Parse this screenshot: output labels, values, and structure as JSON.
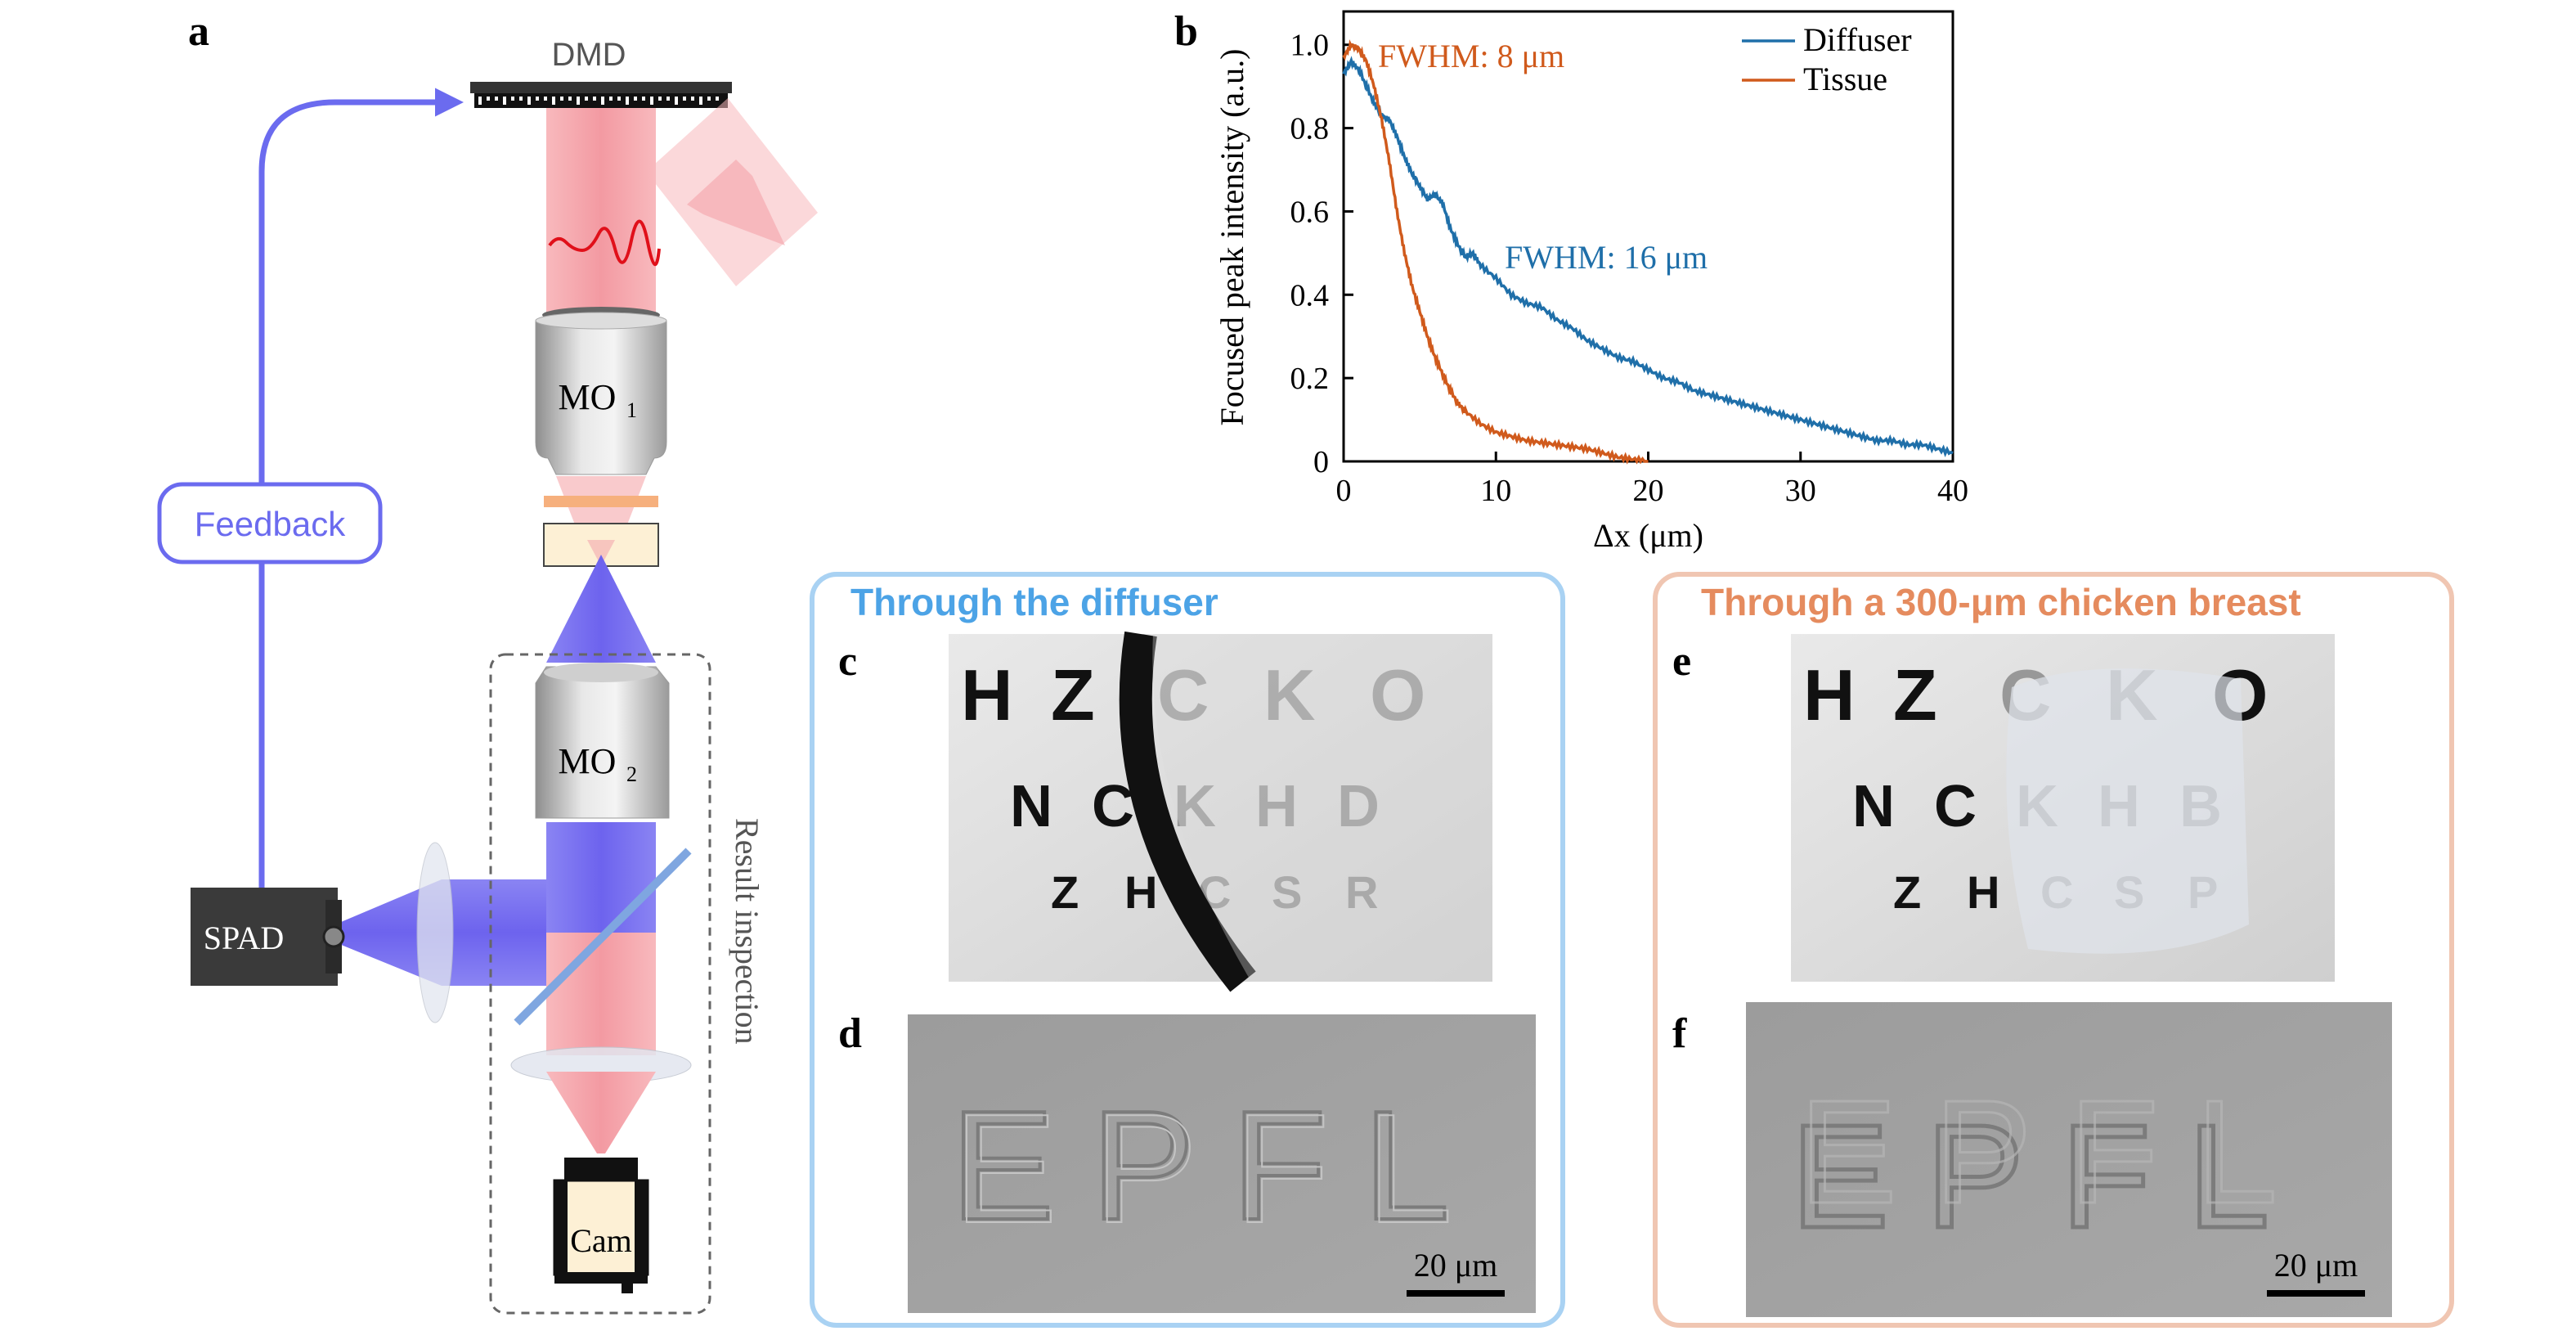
{
  "panels": {
    "a": "a",
    "b": "b",
    "c": "c",
    "d": "d",
    "e": "e",
    "f": "f"
  },
  "setup": {
    "dmd_label": "DMD",
    "mo1_main": "MO",
    "mo1_sub": "1",
    "mo2_main": "MO",
    "mo2_sub": "2",
    "feedback_label": "Feedback",
    "spad_label": "SPAD",
    "cam_label": "Cam",
    "result_label": "Result inspection",
    "colors": {
      "feedback": "#6b6bef",
      "beam_red": "#f4a3a8",
      "beam_blue": "#7878f2",
      "dashed_box": "#666666"
    }
  },
  "chart_data": {
    "type": "line",
    "xlabel": "Δx (μm)",
    "ylabel": "Focused peak intensity (a.u.)",
    "xlim": [
      0,
      40
    ],
    "ylim": [
      0,
      1.08
    ],
    "xticks": [
      "0",
      "10",
      "20",
      "30",
      "40"
    ],
    "yticks": [
      "0",
      "0.2",
      "0.4",
      "0.6",
      "0.8",
      "1.0"
    ],
    "legend_position": "top-right",
    "series": [
      {
        "name": "Diffuser",
        "color": "#1f6fa9",
        "x": [
          0,
          0.5,
          1,
          1.5,
          2,
          2.5,
          3,
          3.5,
          4,
          4.5,
          5,
          5.5,
          6,
          6.5,
          7,
          7.5,
          8,
          8.5,
          9,
          10,
          11,
          12,
          13,
          14,
          15,
          16,
          17,
          18,
          19,
          20,
          21,
          22,
          23,
          24,
          25,
          26,
          27,
          28,
          29,
          30,
          31,
          32,
          33,
          34,
          35,
          36,
          37,
          38,
          39,
          40
        ],
        "y": [
          0.93,
          0.96,
          0.94,
          0.9,
          0.86,
          0.83,
          0.82,
          0.78,
          0.73,
          0.69,
          0.66,
          0.63,
          0.64,
          0.62,
          0.56,
          0.52,
          0.49,
          0.5,
          0.47,
          0.44,
          0.4,
          0.38,
          0.37,
          0.34,
          0.32,
          0.29,
          0.27,
          0.25,
          0.24,
          0.22,
          0.2,
          0.19,
          0.17,
          0.16,
          0.15,
          0.14,
          0.13,
          0.12,
          0.11,
          0.1,
          0.09,
          0.08,
          0.07,
          0.06,
          0.05,
          0.05,
          0.04,
          0.04,
          0.03,
          0.02
        ]
      },
      {
        "name": "Tissue",
        "color": "#d05a1c",
        "x": [
          0,
          0.5,
          1,
          1.5,
          2,
          2.5,
          3,
          3.5,
          4,
          4.5,
          5,
          5.5,
          6,
          6.5,
          7,
          7.5,
          8,
          9,
          10,
          11,
          12,
          13,
          14,
          15,
          16,
          17,
          18,
          19,
          20
        ],
        "y": [
          0.97,
          1.0,
          0.99,
          0.96,
          0.9,
          0.82,
          0.72,
          0.6,
          0.5,
          0.42,
          0.36,
          0.3,
          0.25,
          0.21,
          0.17,
          0.14,
          0.12,
          0.09,
          0.07,
          0.06,
          0.05,
          0.045,
          0.04,
          0.035,
          0.03,
          0.02,
          0.01,
          0.005,
          0.0
        ]
      }
    ],
    "annotations": [
      {
        "text": "FWHM: 8 μm",
        "color": "#d05a1c"
      },
      {
        "text": "FWHM: 16 μm",
        "color": "#1f6fa9"
      }
    ]
  },
  "diffuser_panel": {
    "title": "Through the diffuser",
    "color": "#4ca3e6",
    "border_color": "#a9d2f3",
    "chart_rows": [
      [
        "H",
        "Z",
        "C",
        "K",
        "O"
      ],
      [
        "N",
        "C",
        "K",
        "H",
        "D"
      ],
      [
        "Z",
        "H",
        "C",
        "S",
        "R"
      ]
    ],
    "sample_text": "EPFL",
    "scalebar": "20 μm"
  },
  "tissue_panel": {
    "title": "Through a 300-μm chicken breast",
    "color": "#e58b5e",
    "border_color": "#f0c6b2",
    "chart_rows": [
      [
        "H",
        "Z",
        "C",
        "K",
        "O"
      ],
      [
        "N",
        "C",
        "K",
        "H",
        "B"
      ],
      [
        "Z",
        "H",
        "C",
        "S",
        "P"
      ]
    ],
    "sample_text": "EPFL",
    "scalebar": "20 μm"
  }
}
